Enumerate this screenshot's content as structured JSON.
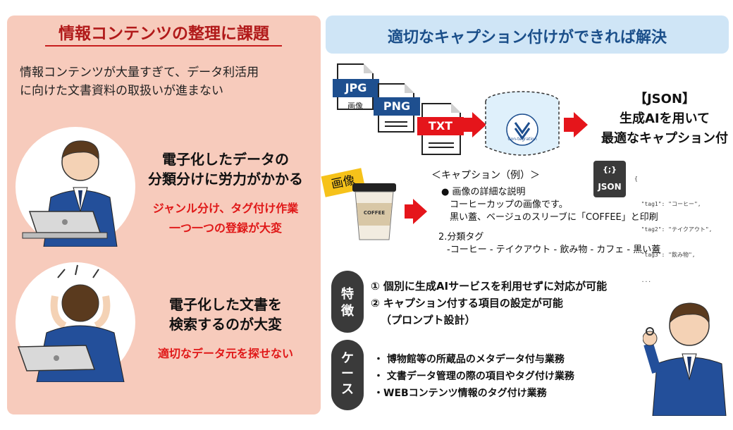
{
  "left": {
    "title": "情報コンテンツの整理に課題",
    "intro": [
      "情報コンテンツが大量すぎて、データ利活用",
      "に向けた文書資料の取扱いが進まない"
    ],
    "problem1": {
      "lines": [
        "電子化したデータの",
        "分類分けに労力がかかる"
      ],
      "red": [
        "ジャンル分け、タグ付け作業",
        "一つ一つの登録が大変"
      ]
    },
    "problem2": {
      "lines": [
        "電子化した文書を",
        "検索するのが大変"
      ],
      "red": [
        "適切なデータ元を探せない"
      ]
    }
  },
  "right": {
    "title": "適切なキャプション付けができれば解決",
    "files": [
      {
        "label": "JPG",
        "sub": "画像",
        "color": "#1e4f8f"
      },
      {
        "label": "PNG",
        "sub": "",
        "color": "#1e4f8f"
      },
      {
        "label": "TXT",
        "sub": "",
        "color": "#e5151b"
      }
    ],
    "db_label": "Con-tegration",
    "json_title": [
      "【JSON】",
      "生成AIを用いて",
      "最適なキャプション付"
    ],
    "json_icon": {
      "top": "{;}",
      "label": "JSON"
    },
    "json_lines": [
      "{",
      "  \"tag1\": \"コーヒー\",",
      "  \"tag2\": \"テイクアウト\",",
      "  \"tag3\": \"飲み物\",",
      "  ..."
    ],
    "image_tag": "画像",
    "cup_label": "COFFEE",
    "caption": {
      "heading": "＜キャプション（例）＞",
      "bullet": "画像の詳細な説明",
      "desc": [
        "コーヒーカップの画像です。",
        "黒い蓋、ベージュのスリーブに「COFFEE」と印刷"
      ],
      "tag_heading": "2.分類タグ",
      "tags": "-コーヒー - テイクアウト - 飲み物 - カフェ - 黒い蓋"
    },
    "features": {
      "pill": [
        "特",
        "徴"
      ],
      "items": [
        "① 個別に生成AIサービスを利用せずに対応が可能",
        "② キャプション付する項目の設定が可能",
        "（プロンプト設計）"
      ]
    },
    "cases": {
      "pill": [
        "ケ",
        "ー",
        "ス"
      ],
      "items": [
        "・ 博物館等の所蔵品のメタデータ付与業務",
        "・ 文書データ管理の際の項目やタグ付け業務",
        "・WEBコンテンツ情報のタグ付け業務"
      ]
    }
  }
}
